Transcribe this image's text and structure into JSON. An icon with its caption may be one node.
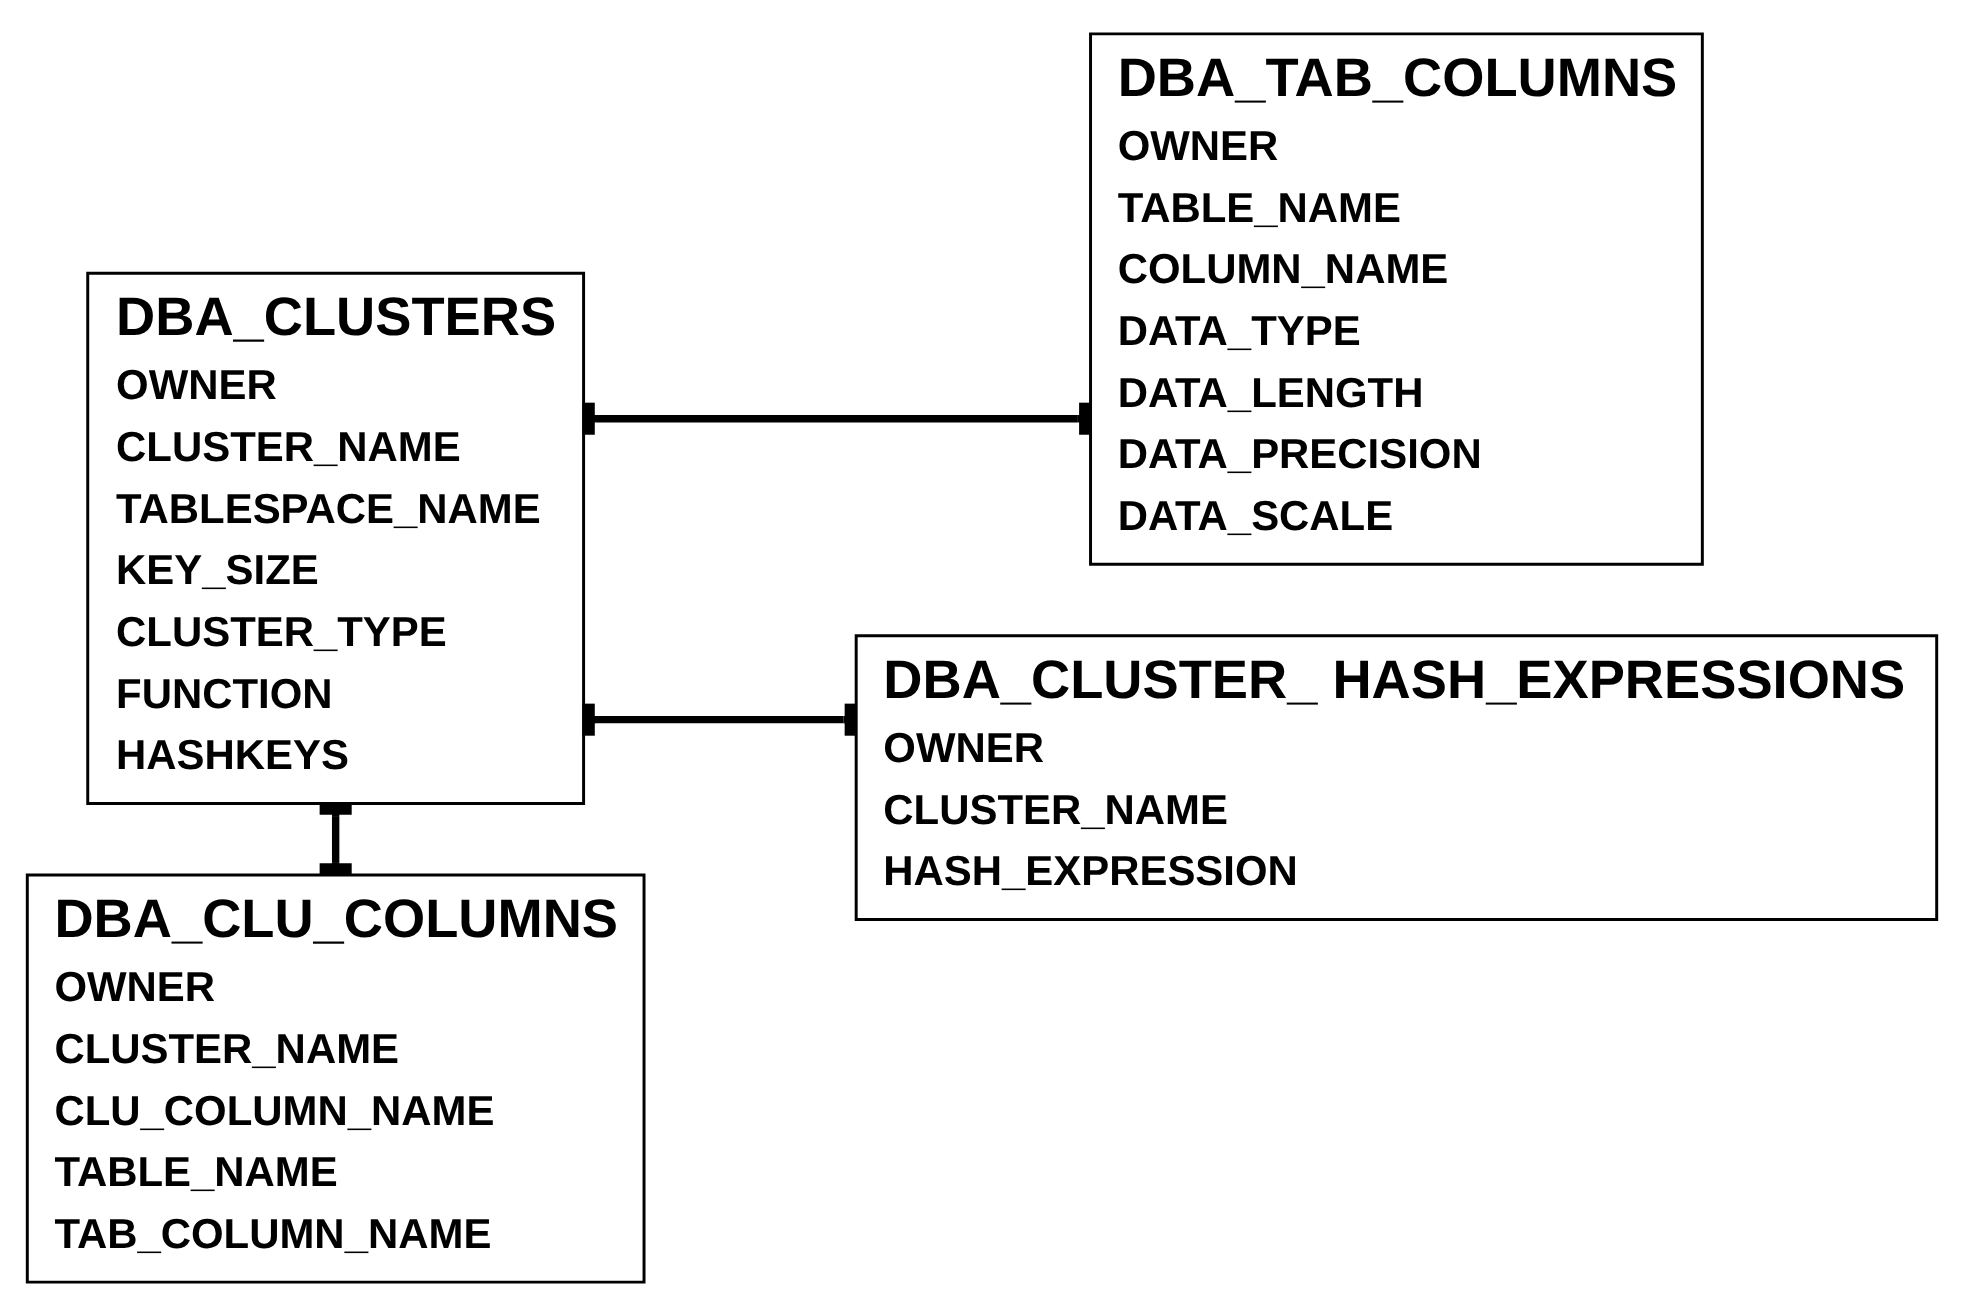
{
  "diagram": {
    "nodes": [
      {
        "text": [
          "DBA_CLUSTERS",
          "OWNER",
          "CLUSTER_NAME",
          "TABLESPACE_NAME",
          "KEY_SIZE",
          "CLUSTER_TYPE",
          "FUNCTION",
          "HASHKEYS"
        ]
      },
      {
        "text": [
          "DBA_TAB_COLUMNS",
          "OWNER",
          "TABLE_NAME",
          "COLUMN_NAME",
          "DATA_TYPE",
          "DATA_LENGTH",
          "DATA_PRECISION",
          "DATA_SCALE"
        ]
      },
      {
        "text": [
          "DBA_CLU_COLUMNS",
          "OWNER",
          "CLUSTER_NAME",
          "CLU_COLUMN_NAME",
          "TABLE_NAME",
          "TAB_COLUMN_NAME"
        ]
      },
      {
        "text": [
          "DBA_CLUSTER_ HASH_EXPRESSIONS",
          "OWNER",
          "CLUSTER_NAME",
          "HASH_EXPRESSION"
        ]
      }
    ],
    "edges": [
      {
        "from": 0,
        "to": 1,
        "arrow": "other"
      },
      {
        "from": 0,
        "to": 2,
        "arrow": "other"
      },
      {
        "from": 0,
        "to": 3,
        "arrow": "other"
      }
    ]
  }
}
